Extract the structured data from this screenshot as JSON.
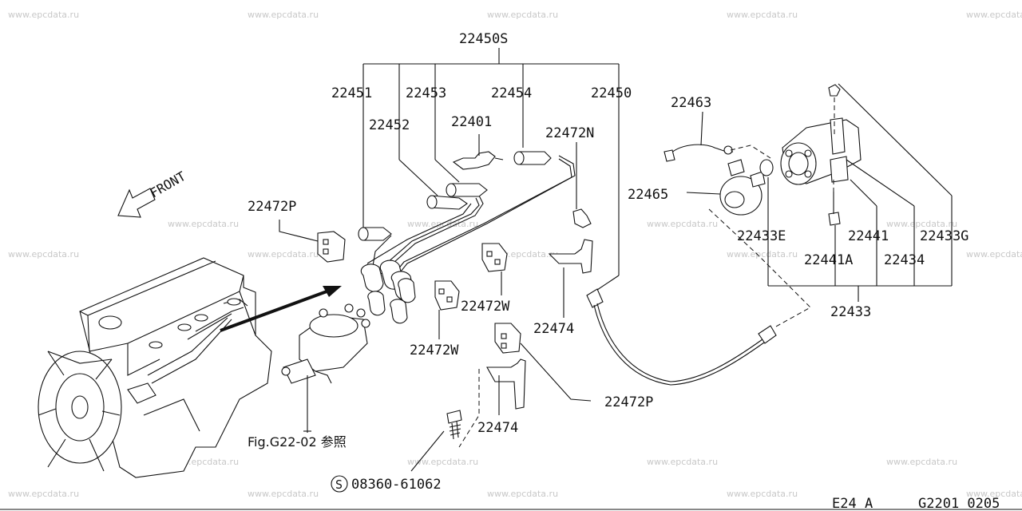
{
  "watermark": "www.epcdata.ru",
  "front_label": "FRONT",
  "labels": {
    "p22450S": "22450S",
    "p22451": "22451",
    "p22453": "22453",
    "p22454": "22454",
    "p22450": "22450",
    "p22452": "22452",
    "p22401": "22401",
    "p22472N": "22472N",
    "p22463": "22463",
    "p22465": "22465",
    "p22472P_a": "22472P",
    "p22433E": "22433E",
    "p22441": "22441",
    "p22433G": "22433G",
    "p22441A": "22441A",
    "p22434": "22434",
    "p22433": "22433",
    "p22472W_a": "22472W",
    "p22474_a": "22474",
    "p22472W_b": "22472W",
    "p22472P_b": "22472P",
    "p22474_b": "22474",
    "fig_ref": "Fig.G22-02 参照",
    "screw": "08360-61062",
    "screw_symbol": "S"
  },
  "footer": {
    "code_left": "E24 A",
    "code_right": "G2201 0205"
  }
}
